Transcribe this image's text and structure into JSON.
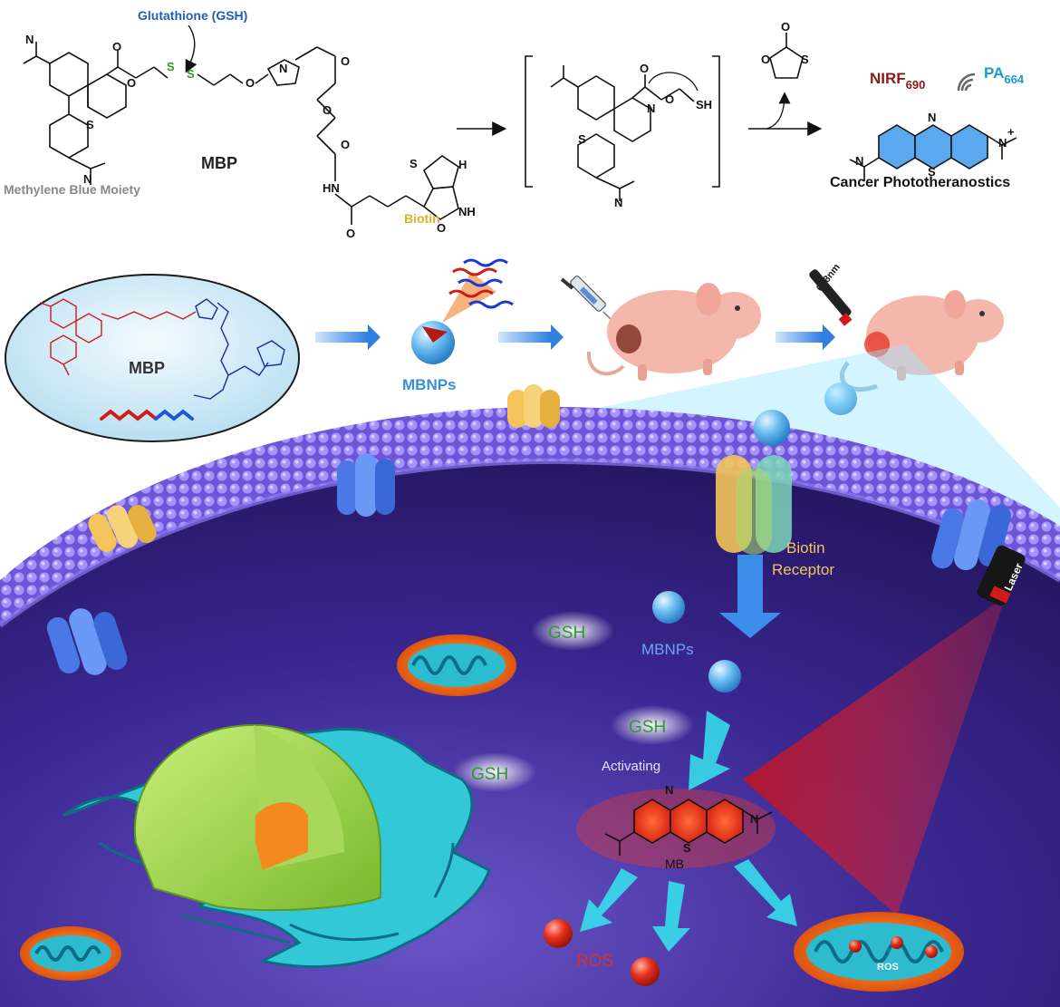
{
  "top": {
    "gsh_label": "Glutathione (GSH)",
    "mbp_label": "MBP",
    "mb_moiety_label": "Methylene Blue Moiety",
    "biotin_label": "Biotin",
    "nirf_base": "NIRF",
    "nirf_sub": "690",
    "pa_base": "PA",
    "pa_sub": "664",
    "product_caption": "Cancer Phototheranostics"
  },
  "middle": {
    "ellipse_label": "MBP",
    "nanoparticle_label": "MBNPs",
    "laser_wavelength": "658nm"
  },
  "cell": {
    "biotin_receptor_label_1": "Biotin",
    "biotin_receptor_label_2": "Receptor",
    "gsh_labels": [
      "GSH",
      "GSH",
      "GSH"
    ],
    "mbnps_label": "MBNPs",
    "activating_label": "Activating",
    "mb_label": "MB",
    "ros_label": "ROS",
    "ros_small_label": "ROS",
    "laser_label": "Laser"
  },
  "colors": {
    "gsh_blue": "#1f5fb5",
    "sulfur_green": "#2a9a2a",
    "biotin_gold": "#e0b12a",
    "nirf_red": "#8a1a1a",
    "pa_blue": "#1a9ad6",
    "mbnps_blue": "#3a8fd8",
    "gsh_green": "#2f9a2f",
    "ros_red": "#d4322a",
    "cell_purple": "#3a1f8a",
    "receptor_gold": "#f2c45a"
  },
  "icons": {
    "arrow": "arrow-right-icon",
    "syringe": "syringe-icon",
    "mouse": "mouse-icon",
    "signal": "signal-wave-icon",
    "laser": "laser-pen-icon"
  }
}
